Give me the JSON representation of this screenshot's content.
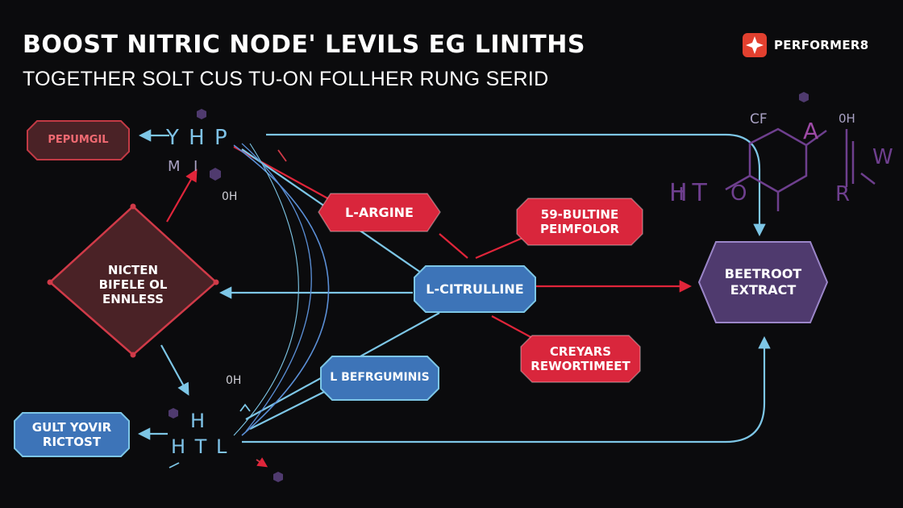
{
  "header": {
    "title": "BOOST NITRIC NODE' LEVILS EG LINITHS",
    "subtitle": "TOGETHER SOLT CUS TU-ON FOLLHER RUNG SERID"
  },
  "brand": {
    "name": "PERFORMER8",
    "logo_icon": "star-badge-icon",
    "logo_color": "#e2402f"
  },
  "colors": {
    "red": "#d9263c",
    "blue": "#3d74b8",
    "purple": "#4f3a6e",
    "maroon": "#4a2226",
    "line_cyan": "#7dc6e6",
    "glyph_blue": "#7fc3e8"
  },
  "nodes": {
    "pepomgil": {
      "lines": [
        "PEPUMGIL"
      ]
    },
    "nicten": {
      "lines": [
        "NICTEN",
        "BIFELE OL",
        "ENNLESS"
      ]
    },
    "gult": {
      "lines": [
        "GULT YOVIR",
        "RICTOST"
      ]
    },
    "arginine": {
      "lines": [
        "L-ARGINE"
      ]
    },
    "bultine": {
      "lines": [
        "59-BULTINE",
        "PEIMFOLOR"
      ]
    },
    "citrulline": {
      "lines": [
        "L-CITRULLINE"
      ]
    },
    "beffrgumini": {
      "lines": [
        "L BEFRGUMINIS"
      ]
    },
    "creyars": {
      "lines": [
        "CREYARS",
        "REWORTIMEET"
      ]
    },
    "beetroot": {
      "lines": [
        "BEETROOT",
        "EXTRACT"
      ]
    }
  },
  "glyphs": {
    "yhp": "Y H P",
    "m": "M",
    "i": "I",
    "oh_left": "0H",
    "oh_bottom": "0H",
    "h_bottom": "H",
    "htl": "H T L",
    "cf": "CF",
    "a": "A",
    "oh_right": "0H",
    "ht": "HT",
    "o": "O",
    "r": "R",
    "w": "W"
  }
}
